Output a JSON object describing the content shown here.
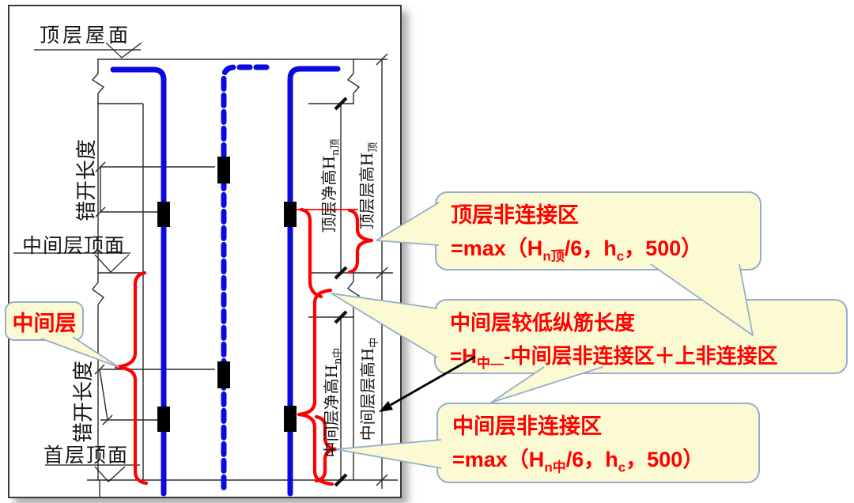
{
  "diagram_labels": {
    "roof": "顶层屋面",
    "stagger_top": "错开长度",
    "mid_floor_top": "中间层顶面",
    "first_floor_top": "首层顶面",
    "stagger_bottom": "错开长度",
    "dim_top_clear": {
      "t": "顶层净高H",
      "s": "n顶"
    },
    "dim_top_story": {
      "t": "顶层层高H",
      "s": "顶"
    },
    "dim_mid_clear": {
      "t": "中间层净高H",
      "s": "n中"
    },
    "dim_mid_story": {
      "t": "中间层层高H",
      "s": "中"
    }
  },
  "callouts": {
    "mid_layer": {
      "label": "中间层"
    },
    "box1": {
      "title": "顶层非连接区",
      "f1": "=max（H",
      "s1": "n顶",
      "f2": "/6，h",
      "s2": "c",
      "f3": "，500）"
    },
    "box2": {
      "title": "中间层较低纵筋长度",
      "f1": "=H",
      "s1": "中—",
      "f2": "-中间层非连接区＋上非连接区"
    },
    "box3": {
      "title": "中间层非连接区",
      "f1": "=max（H",
      "s1": "n中",
      "f2": "/6，h",
      "s2": "c",
      "f3": "，500）"
    }
  },
  "colors": {
    "rebar_blue": "#0a0ae0",
    "annotation_red": "#ff0000",
    "callout_fill": "#fcfad2",
    "callout_border": "#94aecb",
    "callout_text": "#fe0000",
    "linework_black": "#2b2b2b"
  }
}
